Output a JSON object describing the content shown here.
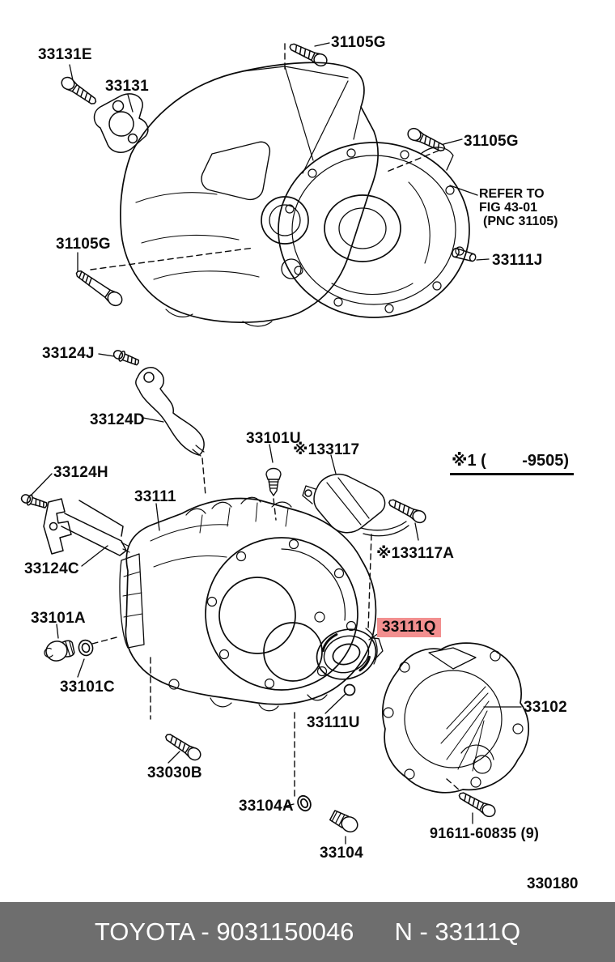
{
  "diagram": {
    "figure_code": "330180",
    "footnote_label": "※1 (        -9505)",
    "refer_note": [
      "REFER TO",
      "FIG 43-01",
      "(PNC 31105)"
    ],
    "highlighted_part": "33111Q",
    "colors": {
      "line": "#0b0b0b",
      "highlight": "#f28f8f",
      "footer_bar": "#6e6e6e"
    },
    "callouts": [
      {
        "text": "33131E"
      },
      {
        "text": "33131"
      },
      {
        "text": "31105G"
      },
      {
        "text": "31105G"
      },
      {
        "text": "33111J"
      },
      {
        "text": "31105G"
      },
      {
        "text": "33124J"
      },
      {
        "text": "33124D"
      },
      {
        "text": "33101U"
      },
      {
        "text": "※133117"
      },
      {
        "text": "33124H"
      },
      {
        "text": "33111"
      },
      {
        "text": "※133117A"
      },
      {
        "text": "33124C"
      },
      {
        "text": "33101A"
      },
      {
        "text": "33111Q"
      },
      {
        "text": "33101C"
      },
      {
        "text": "33111U"
      },
      {
        "text": "33102"
      },
      {
        "text": "33030B"
      },
      {
        "text": "33104A"
      },
      {
        "text": "91611-60835 (9)"
      },
      {
        "text": "33104"
      }
    ]
  },
  "footer": {
    "left_text": "TOYOTA - 9031150046",
    "right_text": "N - 33111Q"
  }
}
